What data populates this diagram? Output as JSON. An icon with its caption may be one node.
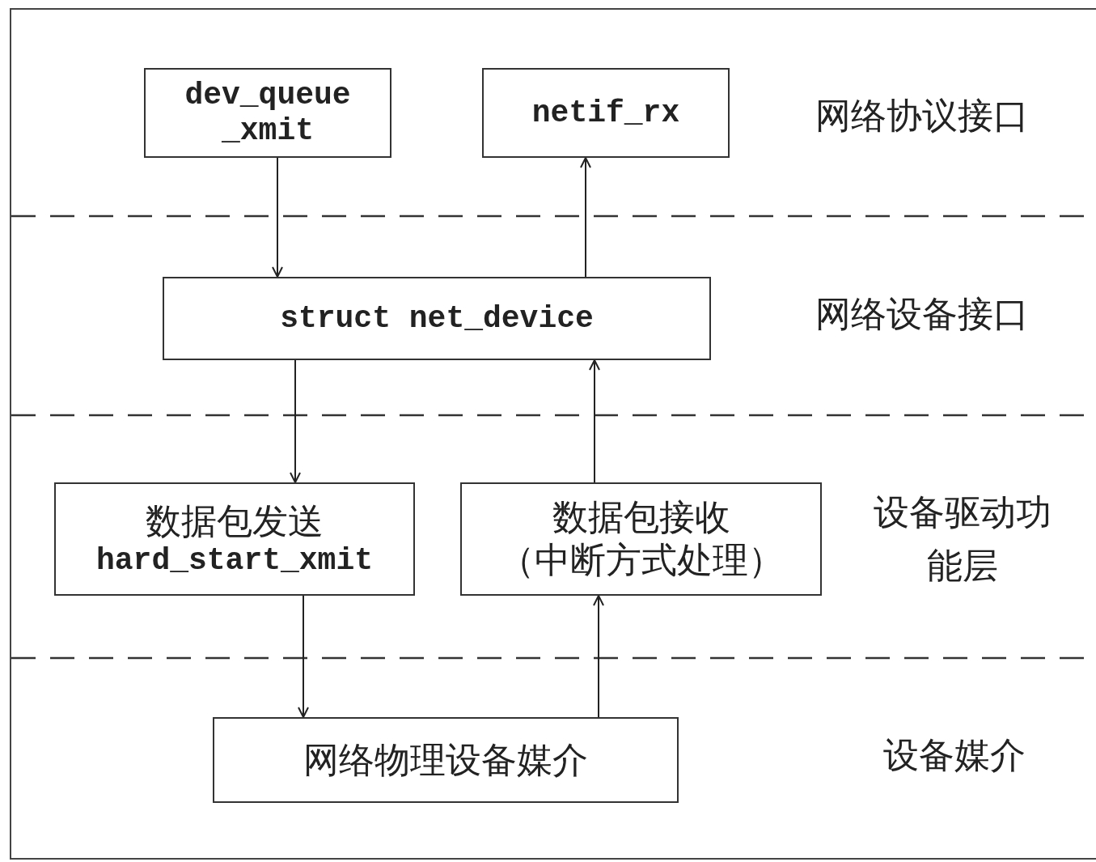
{
  "diagram": {
    "nodes": [
      {
        "text": [
          "dev_queue _xmit"
        ]
      },
      {
        "text": [
          "netif_rx"
        ]
      },
      {
        "text": [
          "struct net_device"
        ]
      },
      {
        "text": [
          "数据包发送",
          "hard_start_xmit"
        ]
      },
      {
        "text": [
          "数据包接收",
          "（中断方式处理）"
        ]
      },
      {
        "text": [
          "网络物理设备媒介"
        ]
      }
    ],
    "edges": [
      {
        "from": 0,
        "to": 2,
        "arrow": "to"
      },
      {
        "from": 2,
        "to": 1,
        "arrow": "to"
      },
      {
        "from": 2,
        "to": 3,
        "arrow": "to"
      },
      {
        "from": 4,
        "to": 2,
        "arrow": "to"
      },
      {
        "from": 3,
        "to": 5,
        "arrow": "to"
      },
      {
        "from": 5,
        "to": 4,
        "arrow": "to"
      }
    ],
    "labels": [
      "网络协议接口",
      "网络设备接口",
      "设备驱动功能层",
      "设备媒介"
    ]
  }
}
